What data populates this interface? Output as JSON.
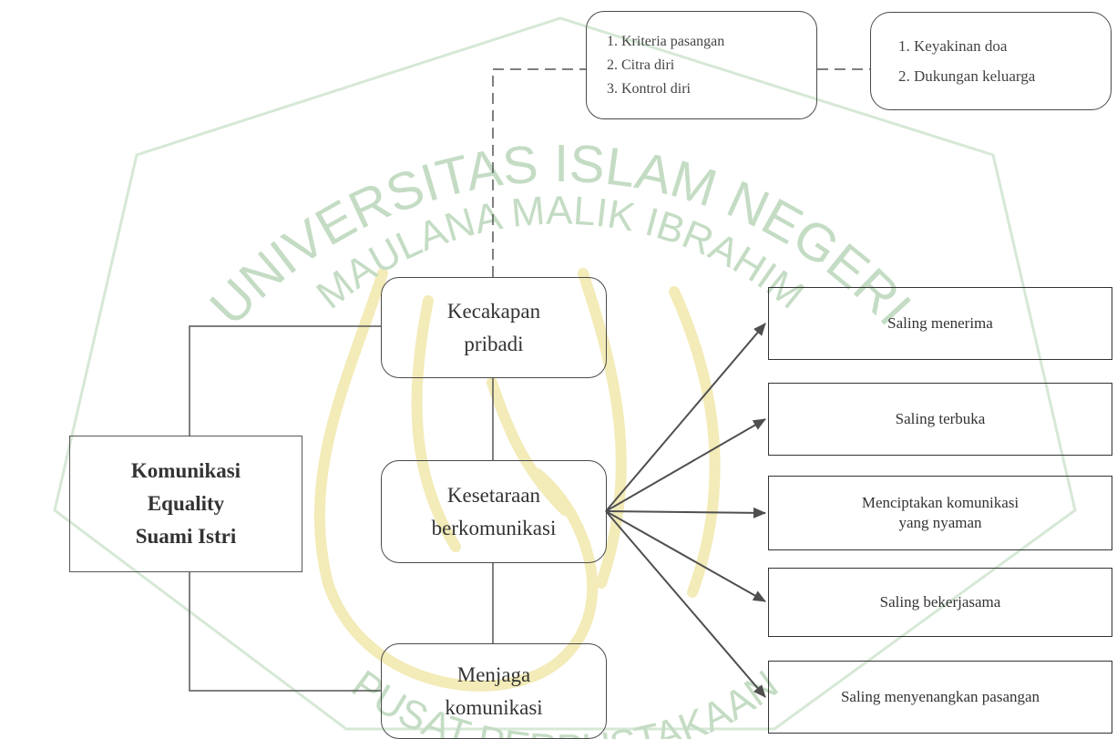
{
  "watermark": {
    "lines": [
      "UNIVERSITAS ISLAM NEGERI",
      "MAULANA MALIK IBRAHIM",
      "PUSAT PERPUSTAKAAN"
    ]
  },
  "colors": {
    "box_border": "#4a4a4a",
    "line": "#555555",
    "arrow": "#4f4f4f",
    "watermark_green": "#c4dcc4",
    "watermark_gold": "#f2eab0"
  },
  "diagram": {
    "main_node": "Komunikasi\nEquality\nSuami Istri",
    "nodes": {
      "kecakapan": "Kecakapan\npribadi",
      "kesetaraan": "Kesetaraan\nberkomunikasi",
      "menjaga": "Menjaga\nkomunikasi"
    },
    "kecakapan_factors": [
      "1. Kriteria pasangan",
      "2. Citra diri",
      "3. Kontrol diri"
    ],
    "support_factors": [
      "1. Keyakinan doa",
      "2. Dukungan keluarga"
    ],
    "outcomes": [
      "Saling menerima",
      "Saling terbuka",
      "Menciptakan komunikasi\nyang nyaman",
      "Saling bekerjasama",
      "Saling menyenangkan pasangan"
    ]
  }
}
